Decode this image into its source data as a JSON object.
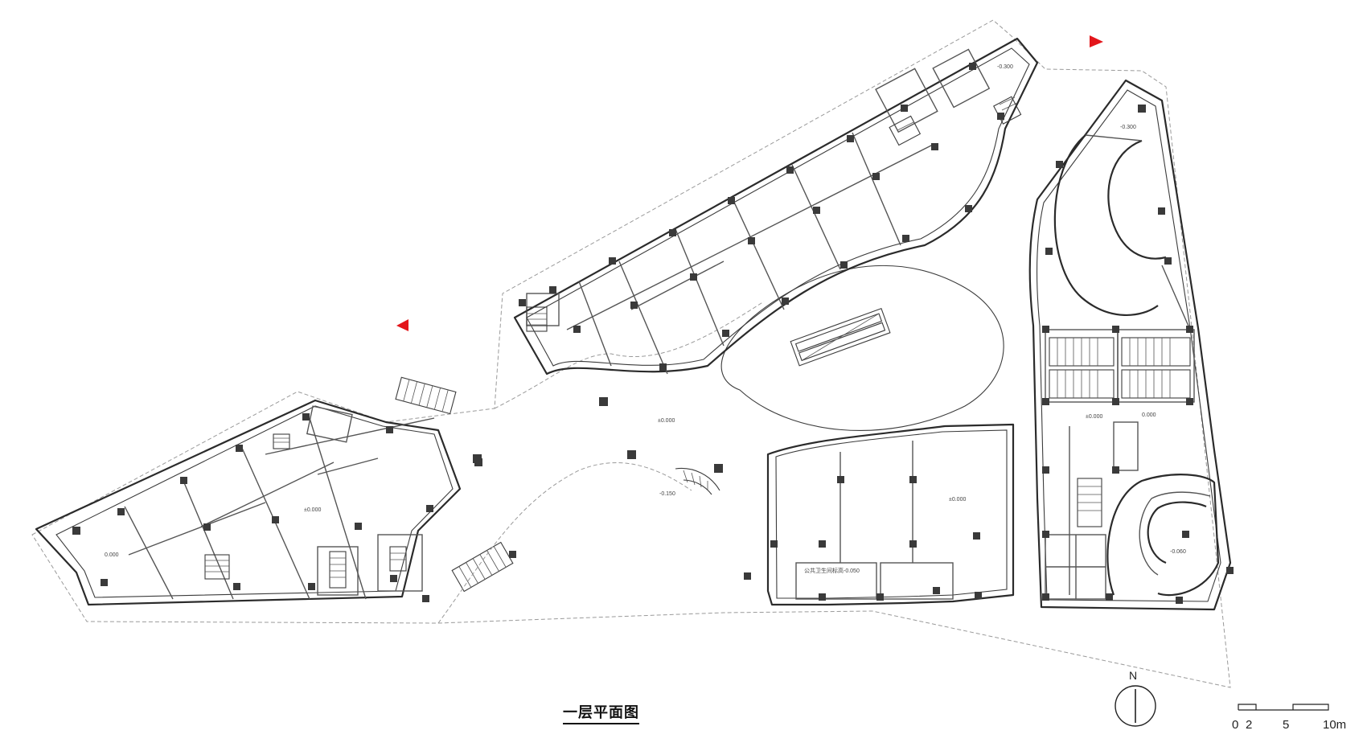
{
  "drawing": {
    "title": "一层平面图",
    "north_label": "N",
    "scale": {
      "labels": [
        "0",
        "2",
        "5",
        "10m"
      ]
    },
    "level_marks": [
      "±0.000",
      "-0.300",
      "-0.150",
      "-0.060",
      "0.000"
    ],
    "note_text": "公共卫生间标高-0.050"
  },
  "colors": {
    "entrance_marker": "#e3161b",
    "walls": "#2b2b2b",
    "site_boundary": "#9a9a9a"
  },
  "icons": [
    "entrance-marker-icon",
    "north-arrow-icon",
    "scale-bar-icon"
  ]
}
